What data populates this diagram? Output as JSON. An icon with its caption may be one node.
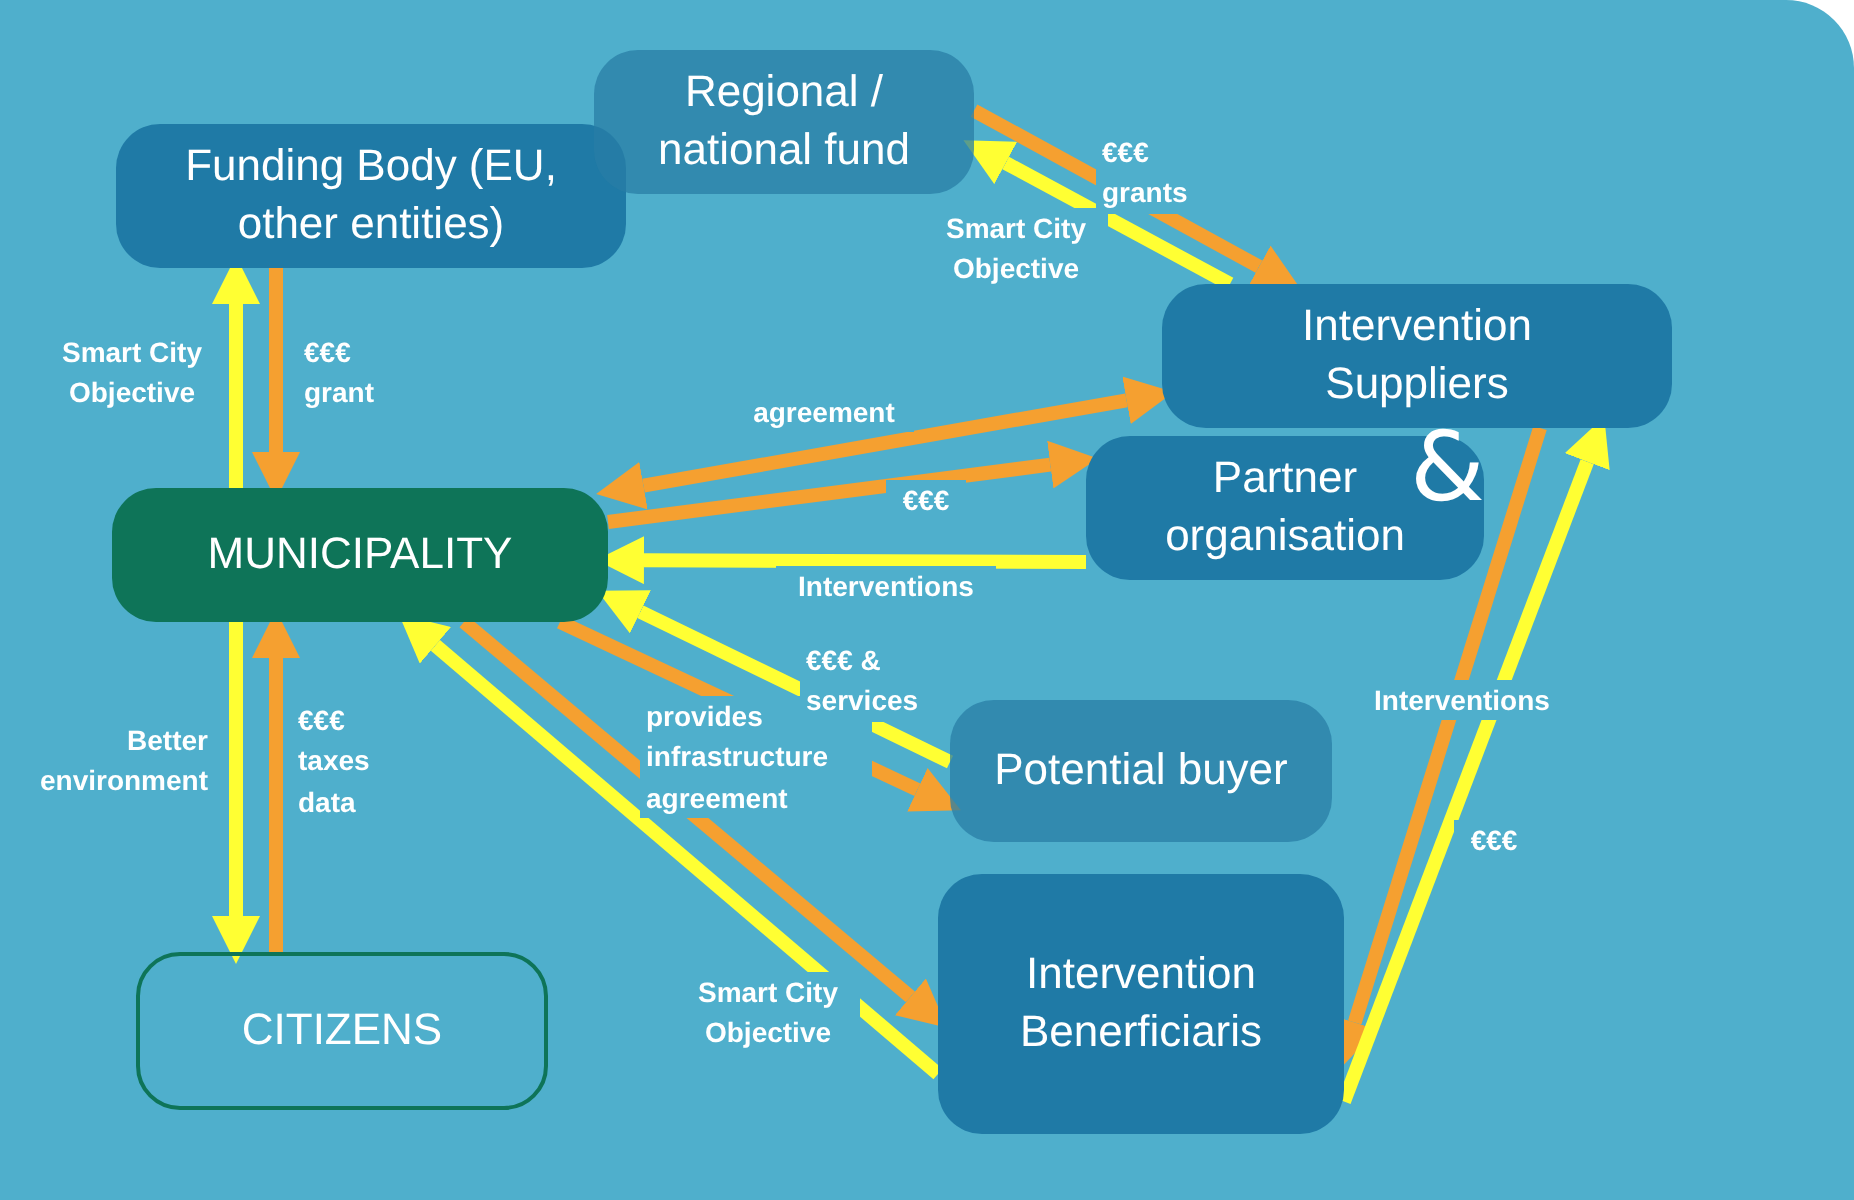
{
  "diagram": {
    "nodes": [
      {
        "text": [
          "Regional / national fund"
        ]
      },
      {
        "text": [
          "Funding Body (EU, other entities)"
        ]
      },
      {
        "text": [
          "Intervention Suppliers"
        ]
      },
      {
        "text": [
          "Partner organisation"
        ]
      },
      {
        "text": [
          "MUNICIPALITY"
        ]
      },
      {
        "text": [
          "Potential buyer"
        ]
      },
      {
        "text": [
          "CITIZENS"
        ]
      },
      {
        "text": [
          "Intervention Benerficiaris"
        ]
      }
    ],
    "edges": [
      {
        "from": 2,
        "to": 0,
        "arrow": "to",
        "label": "Smart City Objective",
        "color": "#ffff33"
      },
      {
        "from": 0,
        "to": 2,
        "arrow": "to",
        "label": "€€€ grants",
        "color": "#f5a030"
      },
      {
        "from": 4,
        "to": 1,
        "arrow": "to",
        "label": "Smart City Objective",
        "color": "#ffff33"
      },
      {
        "from": 1,
        "to": 4,
        "arrow": "to",
        "label": "€€€ grant",
        "color": "#f5a030"
      },
      {
        "from": 4,
        "to": 2,
        "arrow": "both",
        "label": "agreement",
        "color": "#f5a030"
      },
      {
        "from": 4,
        "to": 3,
        "arrow": "to",
        "label": "€€€",
        "color": "#f5a030"
      },
      {
        "from": 3,
        "to": 4,
        "arrow": "to",
        "label": "Interventions",
        "color": "#ffff33"
      },
      {
        "from": 4,
        "to": 5,
        "arrow": "to",
        "label": "provides infrastructure agreement",
        "color": "#f5a030"
      },
      {
        "from": 5,
        "to": 4,
        "arrow": "to",
        "label": "€€€ & services",
        "color": "#ffff33"
      },
      {
        "from": 4,
        "to": 7,
        "arrow": "to",
        "color": "#f5a030"
      },
      {
        "from": 7,
        "to": 4,
        "arrow": "to",
        "label": "Smart City Objective",
        "color": "#ffff33"
      },
      {
        "from": 4,
        "to": 6,
        "arrow": "to",
        "label": "Better environment",
        "color": "#ffff33"
      },
      {
        "from": 6,
        "to": 4,
        "arrow": "to",
        "label": "€€€ taxes data",
        "color": "#f5a030"
      },
      {
        "from": 2,
        "to": 7,
        "arrow": "to",
        "label": "Interventions",
        "color": "#f5a030"
      },
      {
        "from": 7,
        "to": 2,
        "arrow": "to",
        "label": "€€€",
        "color": "#ffff33"
      }
    ],
    "labels": [
      "&"
    ]
  }
}
